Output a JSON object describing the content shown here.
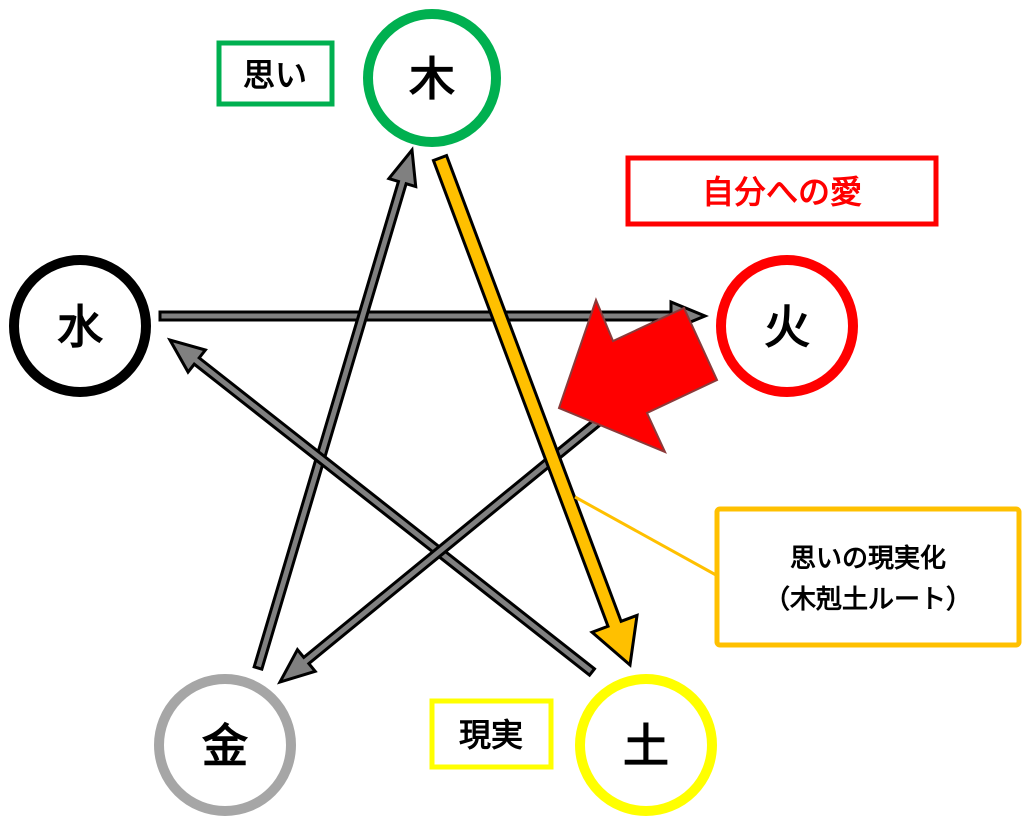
{
  "elements": {
    "wood": {
      "label": "木",
      "color": "#00b050"
    },
    "fire": {
      "label": "火",
      "color": "#ff0000"
    },
    "water": {
      "label": "水",
      "color": "#000000"
    },
    "metal": {
      "label": "金",
      "color": "#a6a6a6"
    },
    "earth": {
      "label": "土",
      "color": "#ffff00"
    }
  },
  "labels": {
    "thought": {
      "text": "思い",
      "color": "#00b050"
    },
    "self_love": {
      "text": "自分への愛",
      "color": "#ff0000"
    },
    "reality": {
      "text": "現実",
      "color": "#ffff00"
    }
  },
  "callout": {
    "line1": "思いの現実化",
    "line2": "（木剋土ルート）",
    "color": "#ffc000"
  },
  "arrow_colors": {
    "cycle": "#808080",
    "highlight": "#ffc000",
    "big": "#ff0000"
  }
}
